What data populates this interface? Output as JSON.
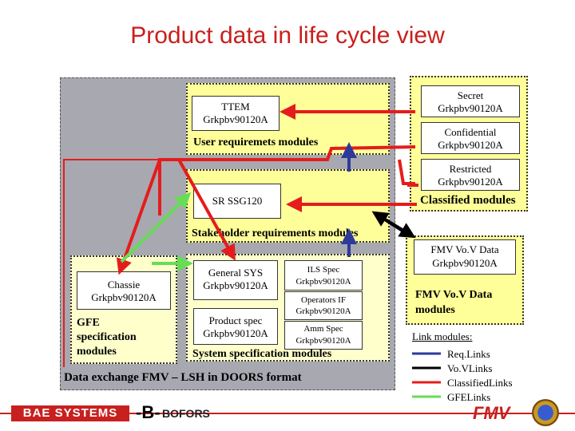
{
  "title": "Product data in life cycle view",
  "ttem": {
    "line1": "TTEM",
    "line2": "Grkpbv90120A"
  },
  "user_req_label": "User requiremets modules",
  "sr_ssg": "SR SSG120",
  "stakeholder_label": "Stakeholder requirements modules",
  "general_sys": {
    "line1": "General SYS",
    "line2": "Grkpbv90120A"
  },
  "product_spec": {
    "line1": "Product spec",
    "line2": "Grkpbv90120A"
  },
  "ils_spec": {
    "line1": "ILS Spec",
    "line2": "Grkpbv90120A"
  },
  "operators_if": {
    "line1": "Operators IF",
    "line2": "Grkpbv90120A"
  },
  "amm_spec": {
    "line1": "Amm Spec",
    "line2": "Grkpbv90120A"
  },
  "system_spec_label": "System specification modules",
  "chassie": {
    "line1": "Chassie",
    "line2": "Grkpbv90120A"
  },
  "gfe_label": [
    "GFE",
    "specification",
    "modules"
  ],
  "data_exchange": "Data exchange FMV – LSH in DOORS format",
  "secret": {
    "line1": "Secret",
    "line2": "Grkpbv90120A"
  },
  "confidential": {
    "line1": "Confidential",
    "line2": "Grkpbv90120A"
  },
  "restricted": {
    "line1": "Restricted",
    "line2": "Grkpbv90120A"
  },
  "classified_label": "Classified modules",
  "fmv_vov": {
    "line1": "FMV Vo.V Data",
    "line2": "Grkpbv90120A"
  },
  "fmv_vov_label": [
    "FMV Vo.V Data",
    "modules"
  ],
  "legend": {
    "title": "Link modules:",
    "items": [
      {
        "label": "Req.Links",
        "color": "#2e3a9a"
      },
      {
        "label": "Vo.VLinks",
        "color": "#000000"
      },
      {
        "label": "ClassifiedLinks",
        "color": "#e41c1c"
      },
      {
        "label": "GFELinks",
        "color": "#66dd55"
      }
    ]
  },
  "footer": {
    "bae": "BAE SYSTEMS",
    "bofors": "BOFORS",
    "fmv": "FMV"
  },
  "colors": {
    "title": "#c8201e",
    "red_arrow": "#e41c1c",
    "blue_arrow": "#2e3a9a",
    "green_arrow": "#66dd55"
  }
}
